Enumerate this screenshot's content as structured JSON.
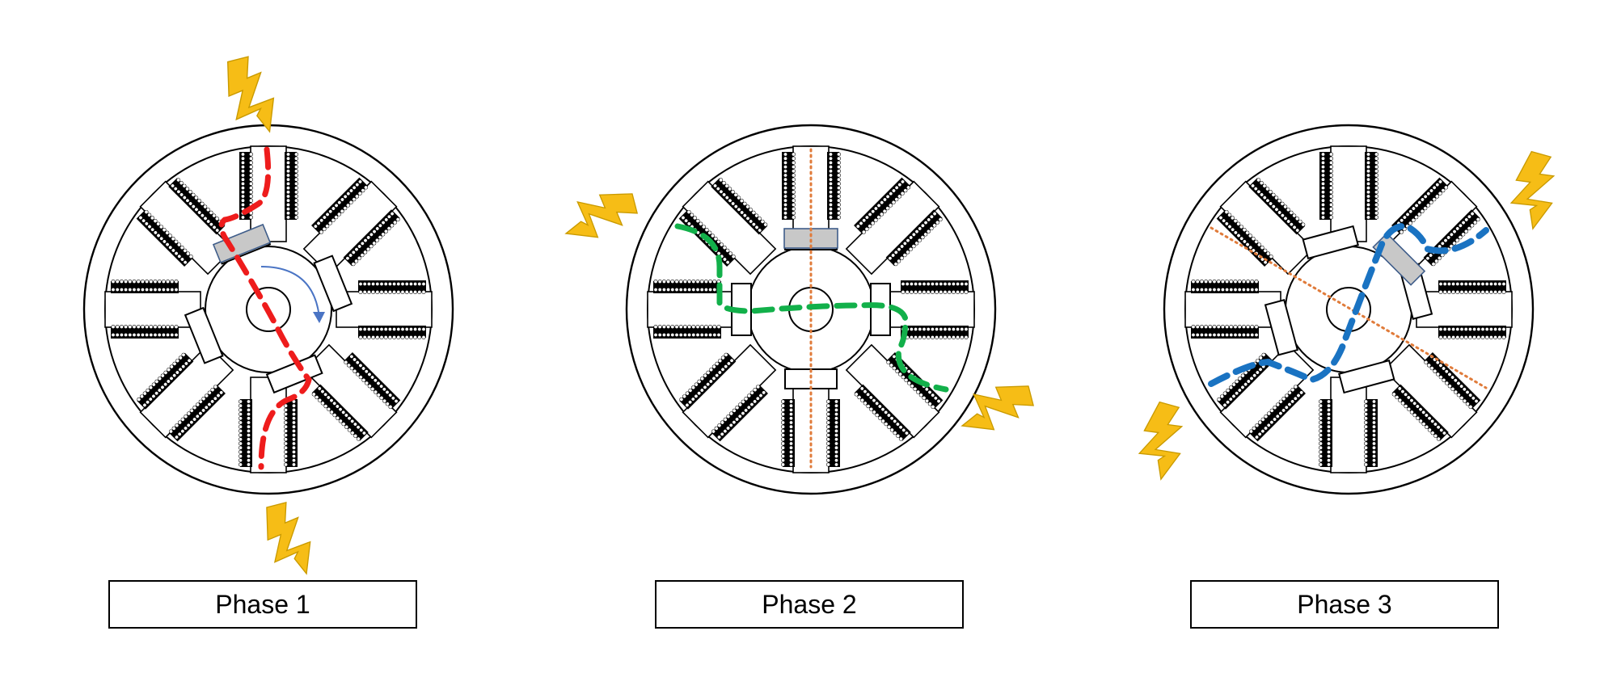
{
  "labels": [
    "Phase 1",
    "Phase 2",
    "Phase 3"
  ],
  "colors": {
    "outline": "#000000",
    "rotor_marker_fill": "#c8c8c8",
    "rotor_marker_stroke": "#3f5d8a",
    "rotation_arrow": "#4a74c4",
    "axis_line": "#e07b3a",
    "lightning": "#f6bd16",
    "lightning_stroke": "#c99a00",
    "phase1_flux": "#ee1c1c",
    "phase2_flux": "#12b04a",
    "phase3_flux": "#1a73c2"
  },
  "icons": [
    "lightning-icon",
    "rotation-arrow-icon"
  ]
}
